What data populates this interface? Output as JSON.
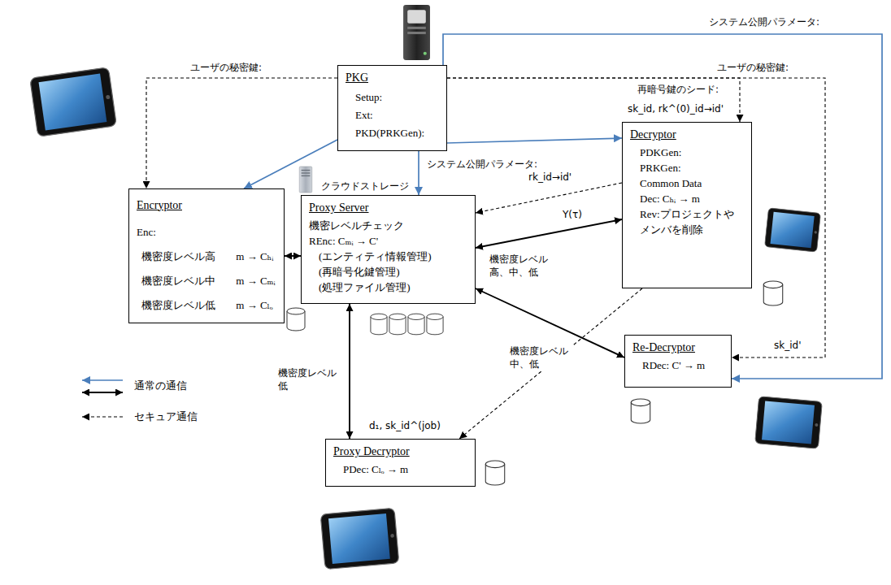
{
  "diagram": {
    "nodes": [
      {
        "text": [
          "PKG",
          "Setup:",
          "Ext:",
          "PKD(PRKGen):"
        ]
      },
      {
        "text": [
          "Encryptor",
          "Enc:",
          "機密度レベル高",
          "m → Cₕᵢ",
          "機密度レベル中",
          "m → Cₘᵢ",
          "機密度レベル低",
          "m → Cₗₒ"
        ]
      },
      {
        "text": [
          "クラウドストレージ",
          "Proxy Server",
          "機密レベルチェック",
          "REnc: Cₘᵢ → C'",
          "(エンティティ情報管理)",
          "(再暗号化鍵管理)",
          "(処理ファイル管理)"
        ]
      },
      {
        "text": [
          "Decryptor",
          "PDKGen:",
          "PRKGen:",
          "Common Data",
          "Dec: Cₕᵢ → m",
          "Rev:プロジェクトやメンバを削除"
        ]
      },
      {
        "text": [
          "Re-Decryptor",
          "RDec: C' → m"
        ]
      },
      {
        "text": [
          "Proxy Decryptor",
          "PDec: Cₗₒ → m"
        ]
      }
    ],
    "edges": [
      {
        "from": 0,
        "to": 1,
        "arrow": "to",
        "label": "ユーザの秘密鍵:"
      },
      {
        "from": 0,
        "to": 1,
        "arrow": "to"
      },
      {
        "from": 0,
        "to": 2,
        "arrow": "to",
        "label": "システム公開パラメータ:"
      },
      {
        "from": 0,
        "to": 3,
        "arrow": "to"
      },
      {
        "from": 0,
        "to": 3,
        "arrow": "to",
        "label": "再暗号鍵のシード:"
      },
      {
        "from": 0,
        "to": 4,
        "arrow": "to",
        "label": "ユーザの秘密鍵:"
      },
      {
        "from": 0,
        "to": 4,
        "arrow": "to",
        "label": "システム公開パラメータ:"
      },
      {
        "from": 1,
        "to": 2,
        "arrow": "both"
      },
      {
        "from": 3,
        "to": 2,
        "arrow": "both",
        "label": "Y(τ)"
      },
      {
        "from": 3,
        "to": 2,
        "arrow": "to",
        "label": "rk_id→id'"
      },
      {
        "from": 2,
        "to": 4,
        "arrow": "both",
        "label": "機密度レベル 中、低"
      },
      {
        "from": 2,
        "to": 5,
        "arrow": "both",
        "label": "機密度レベル 低"
      },
      {
        "from": 3,
        "to": 5,
        "arrow": "to",
        "label": "d₁, sk_id^(job)"
      }
    ],
    "labels": [
      "sk_id, rk^(0)_id→id'",
      "sk_id'",
      "機密度レベル 高、中、低"
    ],
    "legend": [
      {
        "text": "通常の通信"
      },
      {
        "text": "セキュア通信"
      }
    ]
  }
}
